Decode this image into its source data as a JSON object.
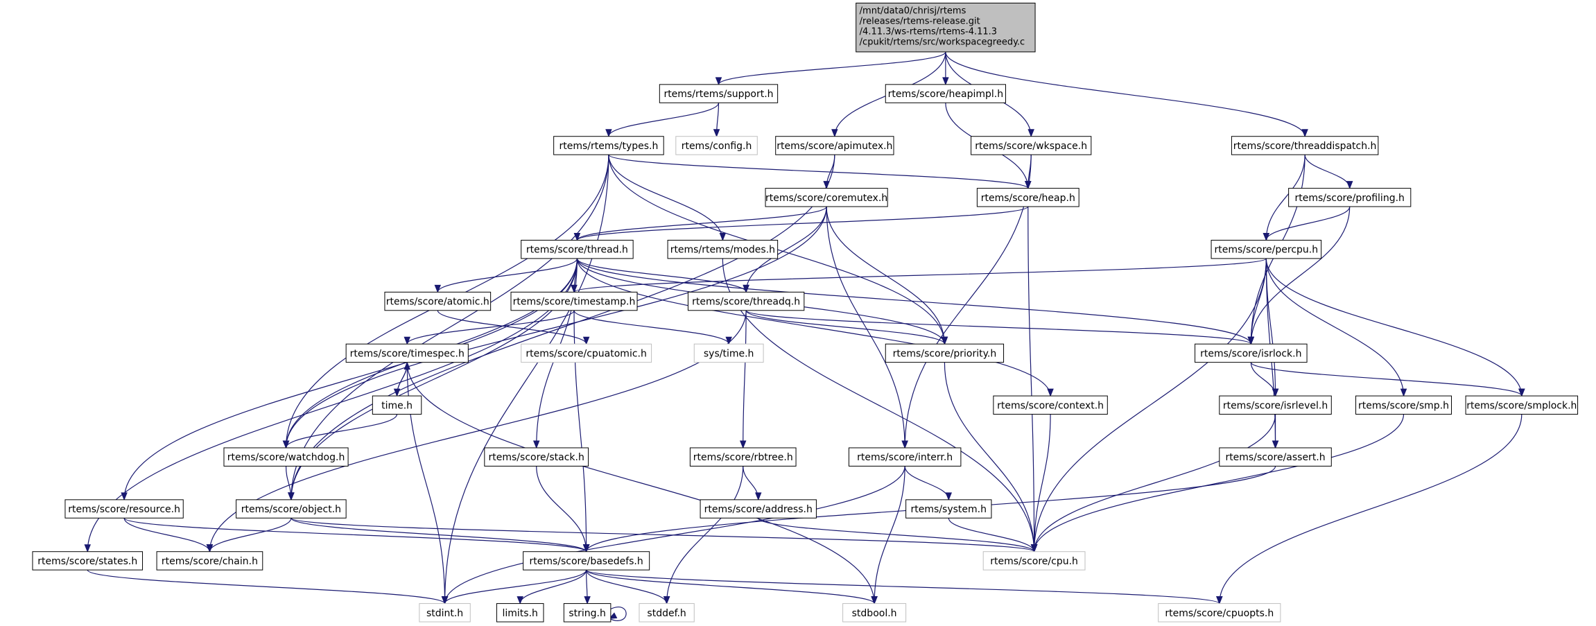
{
  "diagram": {
    "kind": "include-dependency-graph",
    "colors": {
      "root_fill": "#bfbfbf",
      "node_fill": "#ffffff",
      "node_border": "#000000",
      "external_border": "#bfbfbf",
      "edge": "#191970"
    },
    "nodes": [
      {
        "id": "root",
        "label_lines": [
          "/mnt/data0/chrisj/rtems",
          "/releases/rtems-release.git",
          "/4.11.3/ws-rtems/rtems-4.11.3",
          "/cpukit/rtems/src/workspacegreedy.c"
        ],
        "style": "root"
      },
      {
        "id": "support",
        "label_lines": [
          "rtems/rtems/support.h"
        ],
        "style": "normal"
      },
      {
        "id": "heapimpl",
        "label_lines": [
          "rtems/score/heapimpl.h"
        ],
        "style": "normal"
      },
      {
        "id": "threaddispatch",
        "label_lines": [
          "rtems/score/threaddispatch.h"
        ],
        "style": "normal"
      },
      {
        "id": "types",
        "label_lines": [
          "rtems/rtems/types.h"
        ],
        "style": "normal"
      },
      {
        "id": "config",
        "label_lines": [
          "rtems/config.h"
        ],
        "style": "external"
      },
      {
        "id": "apimutex",
        "label_lines": [
          "rtems/score/apimutex.h"
        ],
        "style": "normal"
      },
      {
        "id": "wkspace",
        "label_lines": [
          "rtems/score/wkspace.h"
        ],
        "style": "normal"
      },
      {
        "id": "coremutex",
        "label_lines": [
          "rtems/score/coremutex.h"
        ],
        "style": "normal"
      },
      {
        "id": "heap",
        "label_lines": [
          "rtems/score/heap.h"
        ],
        "style": "normal"
      },
      {
        "id": "profiling",
        "label_lines": [
          "rtems/score/profiling.h"
        ],
        "style": "normal"
      },
      {
        "id": "thread",
        "label_lines": [
          "rtems/score/thread.h"
        ],
        "style": "normal"
      },
      {
        "id": "modes",
        "label_lines": [
          "rtems/rtems/modes.h"
        ],
        "style": "normal"
      },
      {
        "id": "percpu",
        "label_lines": [
          "rtems/score/percpu.h"
        ],
        "style": "normal"
      },
      {
        "id": "atomic",
        "label_lines": [
          "rtems/score/atomic.h"
        ],
        "style": "normal"
      },
      {
        "id": "timestamp",
        "label_lines": [
          "rtems/score/timestamp.h"
        ],
        "style": "normal"
      },
      {
        "id": "threadq",
        "label_lines": [
          "rtems/score/threadq.h"
        ],
        "style": "normal"
      },
      {
        "id": "timespec",
        "label_lines": [
          "rtems/score/timespec.h"
        ],
        "style": "normal"
      },
      {
        "id": "cpuatomic",
        "label_lines": [
          "rtems/score/cpuatomic.h"
        ],
        "style": "external"
      },
      {
        "id": "systime",
        "label_lines": [
          "sys/time.h"
        ],
        "style": "external"
      },
      {
        "id": "priority",
        "label_lines": [
          "rtems/score/priority.h"
        ],
        "style": "normal"
      },
      {
        "id": "isrlock",
        "label_lines": [
          "rtems/score/isrlock.h"
        ],
        "style": "normal"
      },
      {
        "id": "timeh",
        "label_lines": [
          "time.h"
        ],
        "style": "normal"
      },
      {
        "id": "context",
        "label_lines": [
          "rtems/score/context.h"
        ],
        "style": "normal"
      },
      {
        "id": "isrlevel",
        "label_lines": [
          "rtems/score/isrlevel.h"
        ],
        "style": "normal"
      },
      {
        "id": "smp",
        "label_lines": [
          "rtems/score/smp.h"
        ],
        "style": "normal"
      },
      {
        "id": "smplock",
        "label_lines": [
          "rtems/score/smplock.h"
        ],
        "style": "normal"
      },
      {
        "id": "watchdog",
        "label_lines": [
          "rtems/score/watchdog.h"
        ],
        "style": "normal"
      },
      {
        "id": "stack",
        "label_lines": [
          "rtems/score/stack.h"
        ],
        "style": "normal"
      },
      {
        "id": "rbtree",
        "label_lines": [
          "rtems/score/rbtree.h"
        ],
        "style": "normal"
      },
      {
        "id": "interr",
        "label_lines": [
          "rtems/score/interr.h"
        ],
        "style": "normal"
      },
      {
        "id": "assert",
        "label_lines": [
          "rtems/score/assert.h"
        ],
        "style": "normal"
      },
      {
        "id": "resource",
        "label_lines": [
          "rtems/score/resource.h"
        ],
        "style": "normal"
      },
      {
        "id": "object",
        "label_lines": [
          "rtems/score/object.h"
        ],
        "style": "normal"
      },
      {
        "id": "address",
        "label_lines": [
          "rtems/score/address.h"
        ],
        "style": "normal"
      },
      {
        "id": "system",
        "label_lines": [
          "rtems/system.h"
        ],
        "style": "normal"
      },
      {
        "id": "states",
        "label_lines": [
          "rtems/score/states.h"
        ],
        "style": "normal"
      },
      {
        "id": "chain",
        "label_lines": [
          "rtems/score/chain.h"
        ],
        "style": "normal"
      },
      {
        "id": "basedefs",
        "label_lines": [
          "rtems/score/basedefs.h"
        ],
        "style": "normal"
      },
      {
        "id": "cpu",
        "label_lines": [
          "rtems/score/cpu.h"
        ],
        "style": "external"
      },
      {
        "id": "stdint",
        "label_lines": [
          "stdint.h"
        ],
        "style": "external"
      },
      {
        "id": "limits",
        "label_lines": [
          "limits.h"
        ],
        "style": "normal"
      },
      {
        "id": "string",
        "label_lines": [
          "string.h"
        ],
        "style": "normal"
      },
      {
        "id": "stddef",
        "label_lines": [
          "stddef.h"
        ],
        "style": "external"
      },
      {
        "id": "stdbool",
        "label_lines": [
          "stdbool.h"
        ],
        "style": "external"
      },
      {
        "id": "cpuopts",
        "label_lines": [
          "rtems/score/cpuopts.h"
        ],
        "style": "external"
      }
    ],
    "edges": [
      [
        "root",
        "support"
      ],
      [
        "root",
        "heapimpl"
      ],
      [
        "root",
        "threaddispatch"
      ],
      [
        "root",
        "apimutex"
      ],
      [
        "root",
        "wkspace"
      ],
      [
        "support",
        "types"
      ],
      [
        "support",
        "config"
      ],
      [
        "heapimpl",
        "heap"
      ],
      [
        "types",
        "heap"
      ],
      [
        "types",
        "modes"
      ],
      [
        "types",
        "priority"
      ],
      [
        "types",
        "watchdog"
      ],
      [
        "types",
        "object"
      ],
      [
        "types",
        "stdint"
      ],
      [
        "apimutex",
        "coremutex"
      ],
      [
        "apimutex",
        "object"
      ],
      [
        "wkspace",
        "heap"
      ],
      [
        "wkspace",
        "interr"
      ],
      [
        "threaddispatch",
        "percpu"
      ],
      [
        "threaddispatch",
        "profiling"
      ],
      [
        "threaddispatch",
        "isrlock"
      ],
      [
        "profiling",
        "percpu"
      ],
      [
        "profiling",
        "isrlock"
      ],
      [
        "coremutex",
        "thread"
      ],
      [
        "coremutex",
        "threadq"
      ],
      [
        "coremutex",
        "priority"
      ],
      [
        "coremutex",
        "watchdog"
      ],
      [
        "coremutex",
        "interr"
      ],
      [
        "heap",
        "thread"
      ],
      [
        "heap",
        "cpu"
      ],
      [
        "modes",
        "cpu"
      ],
      [
        "percpu",
        "timestamp"
      ],
      [
        "percpu",
        "isrlock"
      ],
      [
        "percpu",
        "isrlevel"
      ],
      [
        "percpu",
        "smp"
      ],
      [
        "percpu",
        "smplock"
      ],
      [
        "percpu",
        "assert"
      ],
      [
        "percpu",
        "cpu"
      ],
      [
        "thread",
        "atomic"
      ],
      [
        "thread",
        "timestamp"
      ],
      [
        "thread",
        "threadq"
      ],
      [
        "thread",
        "priority"
      ],
      [
        "thread",
        "isrlock"
      ],
      [
        "thread",
        "context"
      ],
      [
        "thread",
        "watchdog"
      ],
      [
        "thread",
        "object"
      ],
      [
        "thread",
        "stack"
      ],
      [
        "thread",
        "resource"
      ],
      [
        "thread",
        "states"
      ],
      [
        "atomic",
        "cpuatomic"
      ],
      [
        "timestamp",
        "timespec"
      ],
      [
        "timestamp",
        "systime"
      ],
      [
        "timestamp",
        "basedefs"
      ],
      [
        "threadq",
        "priority"
      ],
      [
        "threadq",
        "isrlock"
      ],
      [
        "threadq",
        "rbtree"
      ],
      [
        "threadq",
        "chain"
      ],
      [
        "timespec",
        "timeh"
      ],
      [
        "timespec",
        "stdint"
      ],
      [
        "timespec",
        "stdbool"
      ],
      [
        "timeh",
        "timespec"
      ],
      [
        "timeh",
        "watchdog"
      ],
      [
        "priority",
        "cpu"
      ],
      [
        "isrlock",
        "isrlevel"
      ],
      [
        "isrlock",
        "smplock"
      ],
      [
        "context",
        "cpu"
      ],
      [
        "isrlevel",
        "assert"
      ],
      [
        "isrlevel",
        "cpu"
      ],
      [
        "smp",
        "cpu"
      ],
      [
        "smplock",
        "cpuopts"
      ],
      [
        "watchdog",
        "object"
      ],
      [
        "stack",
        "basedefs"
      ],
      [
        "rbtree",
        "address"
      ],
      [
        "rbtree",
        "stddef"
      ],
      [
        "interr",
        "system"
      ],
      [
        "interr",
        "stdint"
      ],
      [
        "interr",
        "stdbool"
      ],
      [
        "assert",
        "basedefs"
      ],
      [
        "resource",
        "chain"
      ],
      [
        "resource",
        "basedefs"
      ],
      [
        "object",
        "chain"
      ],
      [
        "object",
        "basedefs"
      ],
      [
        "object",
        "cpu"
      ],
      [
        "address",
        "cpu"
      ],
      [
        "system",
        "cpu"
      ],
      [
        "states",
        "stdint"
      ],
      [
        "basedefs",
        "stdint"
      ],
      [
        "basedefs",
        "limits"
      ],
      [
        "basedefs",
        "string"
      ],
      [
        "basedefs",
        "stddef"
      ],
      [
        "basedefs",
        "stdbool"
      ],
      [
        "basedefs",
        "cpuopts"
      ],
      [
        "string",
        "string"
      ]
    ]
  }
}
